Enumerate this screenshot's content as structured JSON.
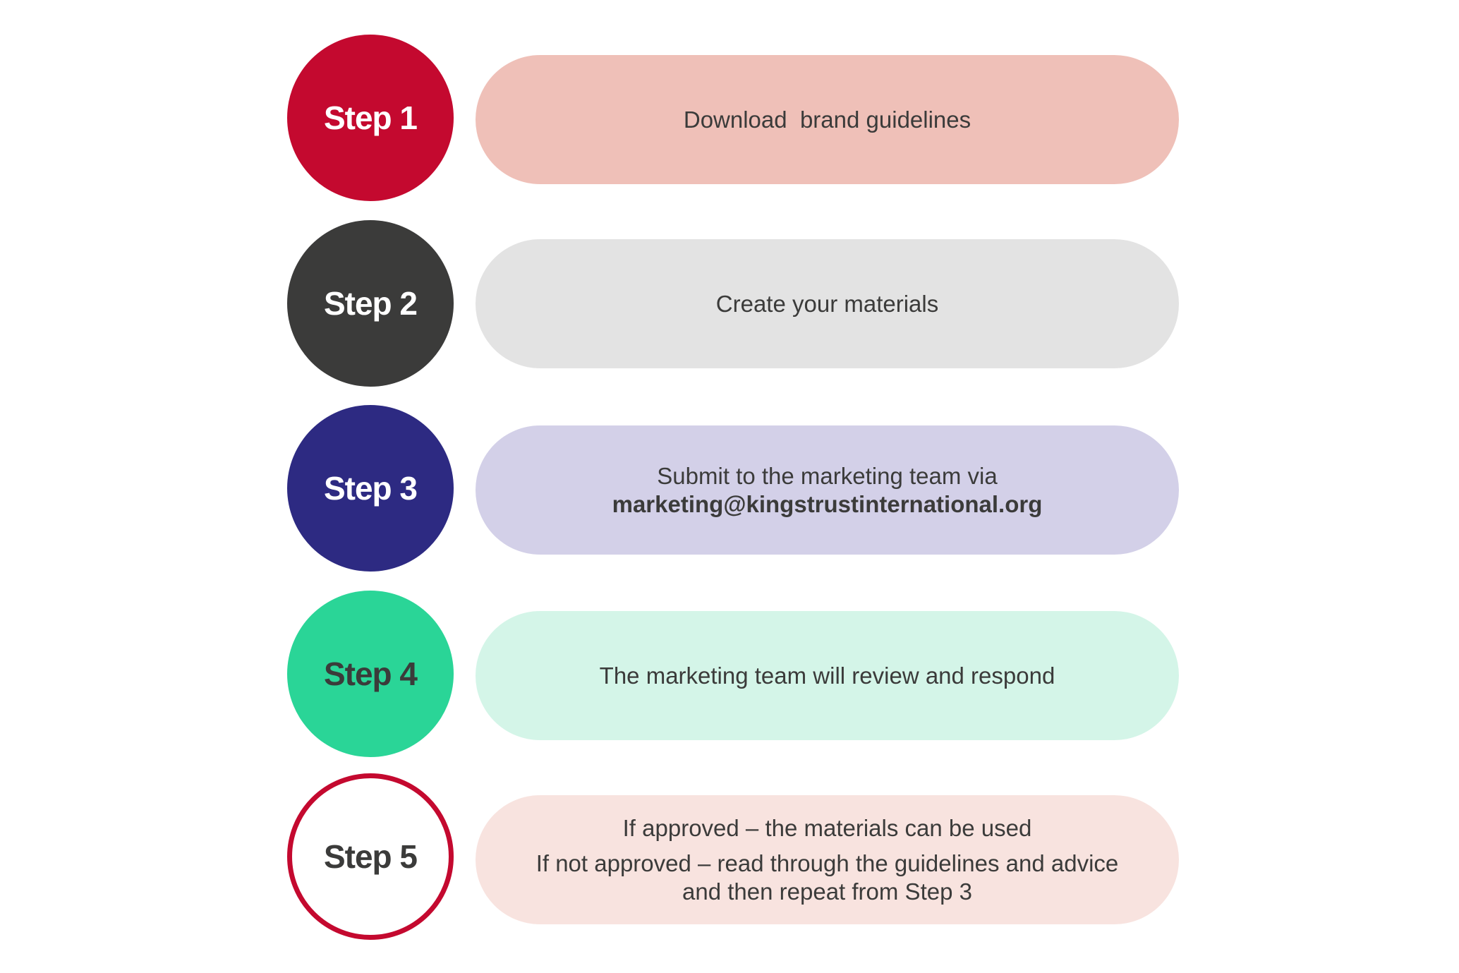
{
  "steps": [
    {
      "label": "Step 1",
      "text": "Download  brand guidelines",
      "circle_color": "#c4092f",
      "label_color": "#ffffff",
      "pill_color": "#efc0b8"
    },
    {
      "label": "Step 2",
      "text": "Create your materials",
      "circle_color": "#3b3b3a",
      "label_color": "#ffffff",
      "pill_color": "#e3e3e3"
    },
    {
      "label": "Step 3",
      "text": "Submit to the marketing team via",
      "email": "marketing@kingstrustinternational.org",
      "circle_color": "#2d2a82",
      "label_color": "#ffffff",
      "pill_color": "#d3d0e8"
    },
    {
      "label": "Step 4",
      "text": "The marketing team will review and respond",
      "circle_color": "#2ad597",
      "label_color": "#3b3b3a",
      "pill_color": "#d4f5e8"
    },
    {
      "label": "Step 5",
      "text": "If approved – the materials can be used",
      "text2": "If not approved – read through the guidelines and advice",
      "text3": "and then repeat from Step 3",
      "circle_color": "#ffffff",
      "circle_border": "#c4092f",
      "label_color": "#3b3b3a",
      "pill_color": "#f8e3df"
    }
  ]
}
